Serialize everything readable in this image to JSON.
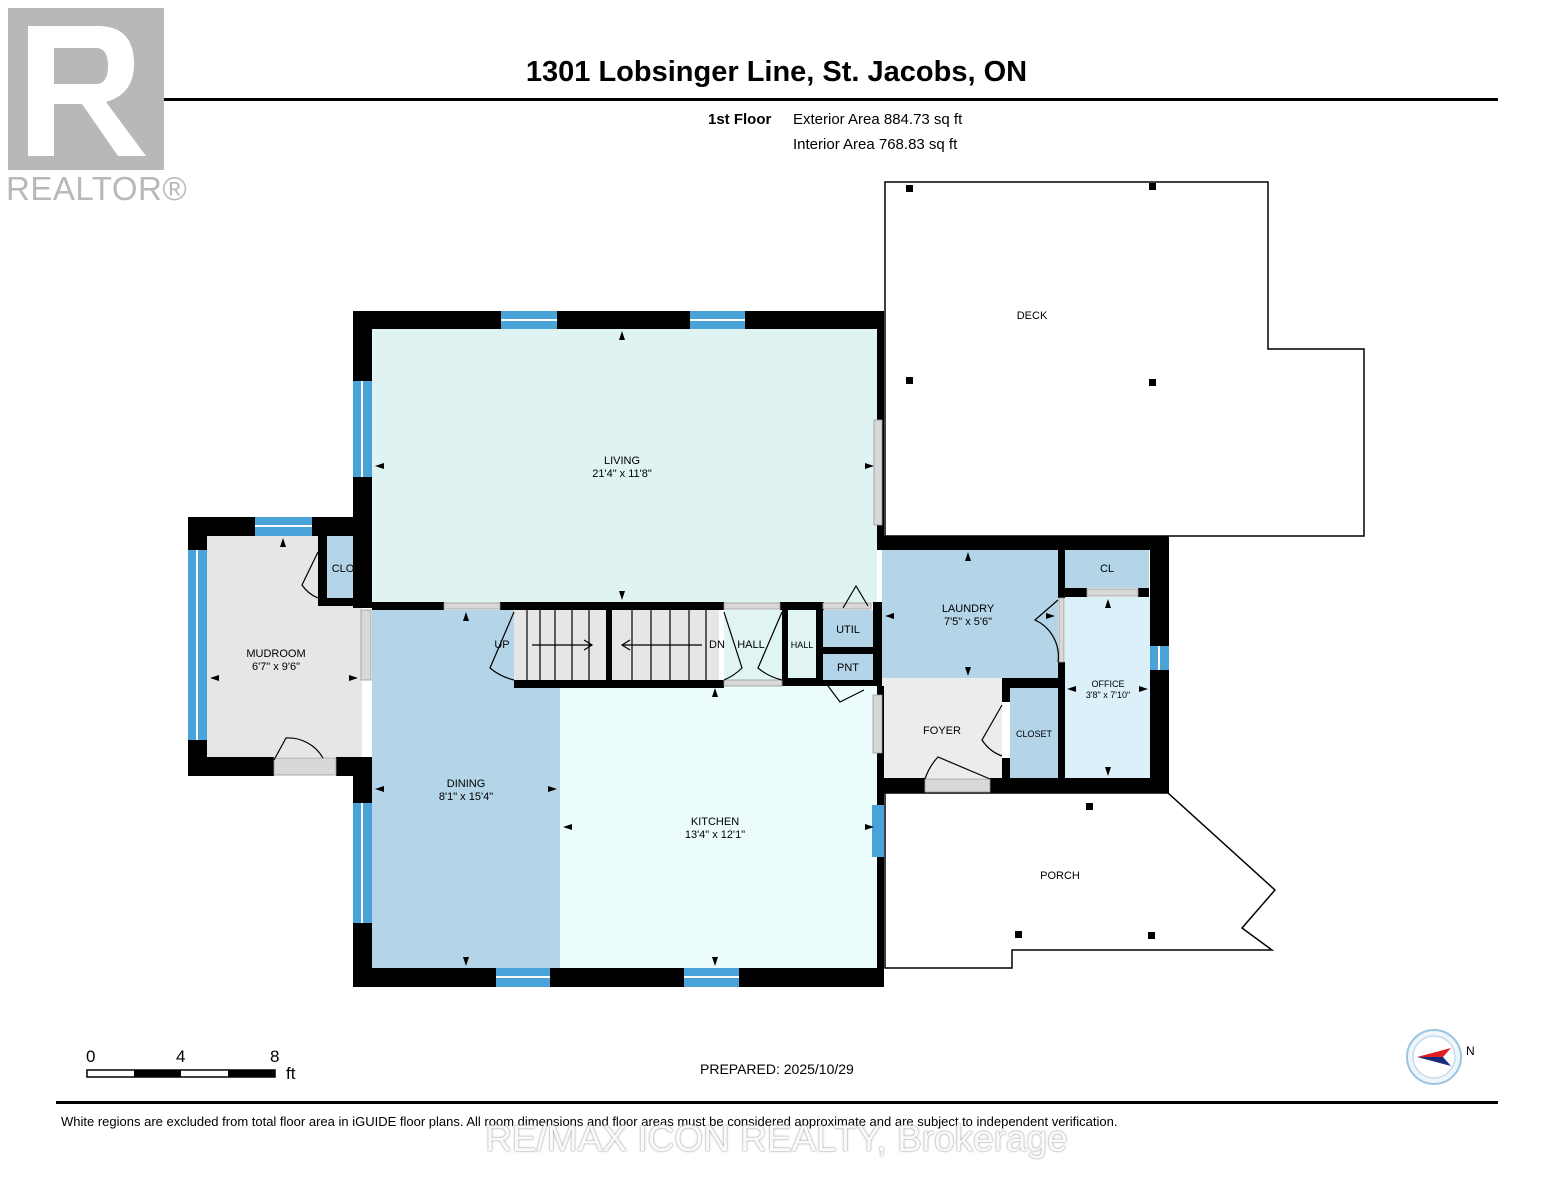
{
  "header": {
    "title": "1301 Lobsinger Line, St. Jacobs, ON",
    "floor_label": "1st Floor",
    "exterior_area": "Exterior Area 884.73 sq ft",
    "interior_area": "Interior Area 768.83 sq ft"
  },
  "logo": {
    "text": "REALTOR®",
    "icon": "realtor-r-logo"
  },
  "rooms": {
    "living": {
      "name": "LIVING",
      "dims": "21'4\" x 11'8\""
    },
    "mudroom": {
      "name": "MUDROOM",
      "dims": "6'7\" x 9'6\""
    },
    "clo": {
      "name": "CLO"
    },
    "dining": {
      "name": "DINING",
      "dims": "8'1\" x 15'4\""
    },
    "kitchen": {
      "name": "KITCHEN",
      "dims": "13'4\" x 12'1\""
    },
    "laundry": {
      "name": "LAUNDRY",
      "dims": "7'5\" x 5'6\""
    },
    "cl": {
      "name": "CL"
    },
    "office": {
      "name": "OFFICE",
      "dims": "3'8\" x 7'10\""
    },
    "foyer": {
      "name": "FOYER"
    },
    "closet": {
      "name": "CLOSET"
    },
    "util": {
      "name": "UTIL"
    },
    "pnt": {
      "name": "PNT"
    },
    "hall1": {
      "name": "HALL"
    },
    "hall2": {
      "name": "HALL"
    },
    "deck": {
      "name": "DECK"
    },
    "porch": {
      "name": "PORCH"
    },
    "stairs_up": {
      "name": "UP"
    },
    "stairs_down": {
      "name": "DN"
    }
  },
  "scale": {
    "labels": [
      "0",
      "4",
      "8"
    ],
    "unit": "ft"
  },
  "compass": {
    "label": "N",
    "icon": "compass-icon"
  },
  "footer": {
    "prepared": "PREPARED: 2025/10/29",
    "disclaimer": "White regions are excluded from total floor area in iGUIDE floor plans. All room dimensions and floor areas must be considered approximate and are subject to independent verification.",
    "watermark": "RE/MAX ICON REALTY, Brokerage"
  },
  "colors": {
    "wall": "#000000",
    "window": "#4aa3d8",
    "living": "#dff3f3",
    "kitchen": "#ecfbfb",
    "dining": "#b4d4e8",
    "laundry": "#b4d4e8",
    "mudroom": "#e6e6e6",
    "foyer": "#ececec",
    "office": "#dcf0fa",
    "closet": "#b4d4e8"
  }
}
